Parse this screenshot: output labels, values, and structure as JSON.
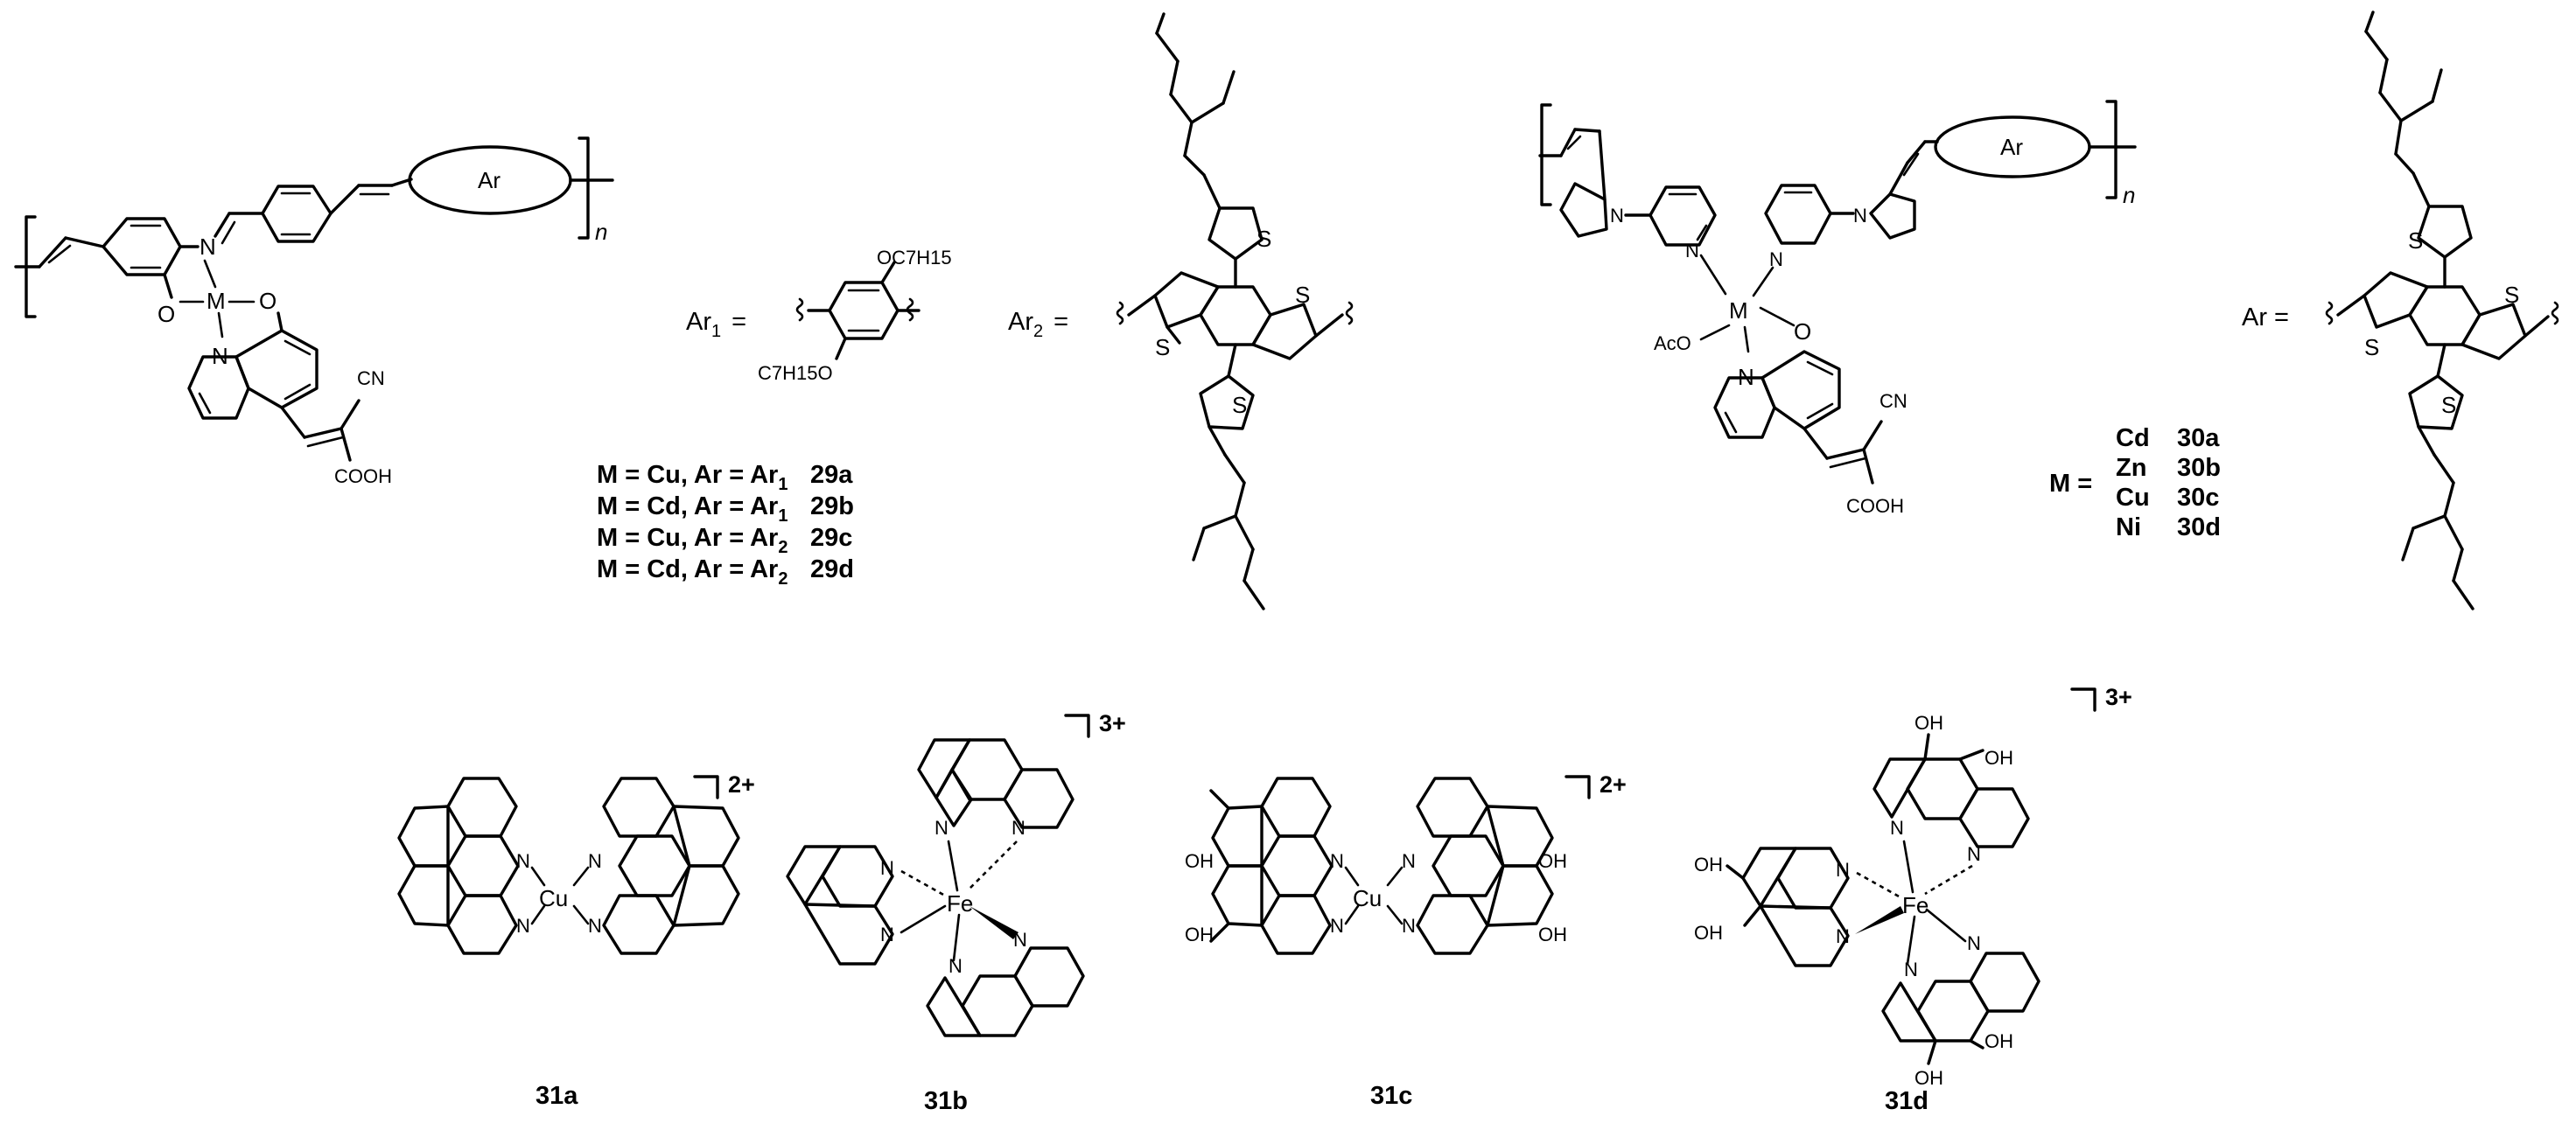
{
  "figure": {
    "polymer_29": {
      "ar_group_label": "Ar",
      "repeat_subscript": "n",
      "metal": "M",
      "atom_labels": [
        "N",
        "O",
        "O",
        "N"
      ],
      "substituent_cn": "CN",
      "substituent_cooh": "COOH"
    },
    "ar1_definition": {
      "lhs": "Ar",
      "lhs_sub": "1",
      "equals": "=",
      "oc7h15_top": "OC7H15",
      "oc7h15_bottom": "C7H15O"
    },
    "ar2_definition": {
      "lhs": "Ar",
      "lhs_sub": "2",
      "equals": "=",
      "sulfur": "S"
    },
    "series_29_legend": [
      {
        "text": "M = Cu, Ar = Ar",
        "sub": "1",
        "compound": "29a"
      },
      {
        "text": "M = Cd, Ar = Ar",
        "sub": "1",
        "compound": "29b"
      },
      {
        "text": "M = Cu, Ar = Ar",
        "sub": "2",
        "compound": "29c"
      },
      {
        "text": "M = Cd, Ar = Ar",
        "sub": "2",
        "compound": "29d"
      }
    ],
    "polymer_30": {
      "ar_group_label": "Ar",
      "repeat_subscript": "n",
      "metal": "M",
      "acetate": "AcO",
      "substituent_cn": "CN",
      "substituent_cooh": "COOH"
    },
    "series_30_legend": {
      "lhs": "M =",
      "rows": [
        {
          "metal": "Cd",
          "compound": "30a"
        },
        {
          "metal": "Zn",
          "compound": "30b"
        },
        {
          "metal": "Cu",
          "compound": "30c"
        },
        {
          "metal": "Ni",
          "compound": "30d"
        }
      ]
    },
    "ar_definition_30": {
      "lhs": "Ar =",
      "sulfur": "S"
    },
    "complexes": [
      {
        "compound": "31a",
        "metal": "Cu",
        "charge": "2+"
      },
      {
        "compound": "31b",
        "metal": "Fe",
        "charge": "3+"
      },
      {
        "compound": "31c",
        "metal": "Cu",
        "charge": "2+"
      },
      {
        "compound": "31d",
        "metal": "Fe",
        "charge": "3+"
      }
    ],
    "hydroxyl": "OH",
    "nitrogen": "N"
  }
}
